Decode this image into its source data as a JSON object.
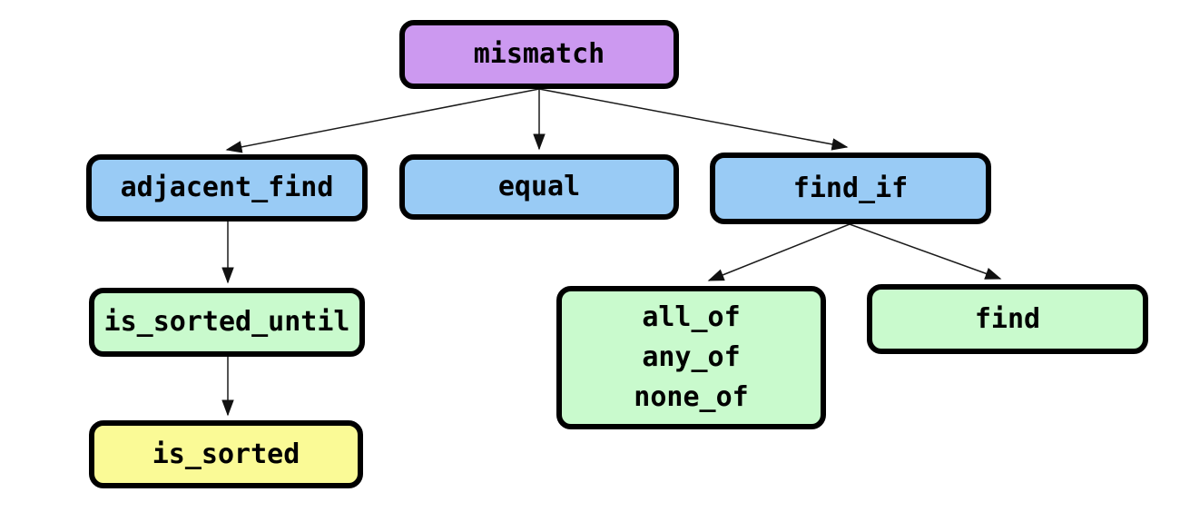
{
  "diagram": {
    "type": "tree",
    "background": "#ffffff",
    "palette": {
      "root_fill": "#cc99f0",
      "level1_fill": "#99cbf5",
      "level2_fill": "#c9facd",
      "level3_fill": "#fafa96",
      "border": "#000000",
      "edge": "#1a1a1a"
    },
    "nodes": [
      {
        "id": "mismatch",
        "label": "mismatch",
        "fill": "#cc99f0"
      },
      {
        "id": "adjacent_find",
        "label": "adjacent_find",
        "fill": "#99cbf5"
      },
      {
        "id": "equal",
        "label": "equal",
        "fill": "#99cbf5"
      },
      {
        "id": "find_if",
        "label": "find_if",
        "fill": "#99cbf5"
      },
      {
        "id": "is_sorted_until",
        "label": "is_sorted_until",
        "fill": "#c9facd"
      },
      {
        "id": "all_any_none_of",
        "lines": [
          "all_of",
          "any_of",
          "none_of"
        ],
        "fill": "#c9facd"
      },
      {
        "id": "find",
        "label": "find",
        "fill": "#c9facd"
      },
      {
        "id": "is_sorted",
        "label": "is_sorted",
        "fill": "#fafa96"
      }
    ],
    "edges": [
      {
        "from": "mismatch",
        "to": "adjacent_find"
      },
      {
        "from": "mismatch",
        "to": "equal"
      },
      {
        "from": "mismatch",
        "to": "find_if"
      },
      {
        "from": "adjacent_find",
        "to": "is_sorted_until"
      },
      {
        "from": "is_sorted_until",
        "to": "is_sorted"
      },
      {
        "from": "find_if",
        "to": "all_any_none_of"
      },
      {
        "from": "find_if",
        "to": "find"
      }
    ]
  }
}
